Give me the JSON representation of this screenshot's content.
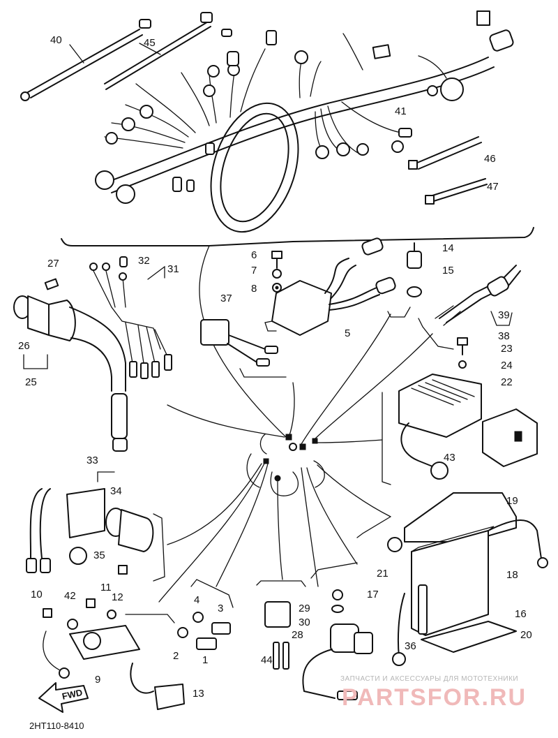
{
  "labels": {
    "p1": "1",
    "p2": "2",
    "p3": "3",
    "p4": "4",
    "p5": "5",
    "p6": "6",
    "p7": "7",
    "p8": "8",
    "p9": "9",
    "p10": "10",
    "p11": "11",
    "p12": "12",
    "p13": "13",
    "p14": "14",
    "p15": "15",
    "p16": "16",
    "p17": "17",
    "p18": "18",
    "p19": "19",
    "p20": "20",
    "p21": "21",
    "p22": "22",
    "p23": "23",
    "p24": "24",
    "p25": "25",
    "p26": "26",
    "p27": "27",
    "p28": "28",
    "p29": "29",
    "p30": "30",
    "p31": "31",
    "p32": "32",
    "p33": "33",
    "p34": "34",
    "p35": "35",
    "p36": "36",
    "p37": "37",
    "p38": "38",
    "p39": "39",
    "p40": "40",
    "p41": "41",
    "p42": "42",
    "p43": "43",
    "p44": "44",
    "p45": "45",
    "p46": "46",
    "p47": "47"
  },
  "direction_arrow": "FWD",
  "diagram_code": "2HT110-8410",
  "watermark": {
    "tagline": "ЗАПЧАСТИ И АКСЕССУАРЫ ДЛЯ МОТОТЕХНИКИ",
    "brand": "PARTSFOR.RU"
  }
}
